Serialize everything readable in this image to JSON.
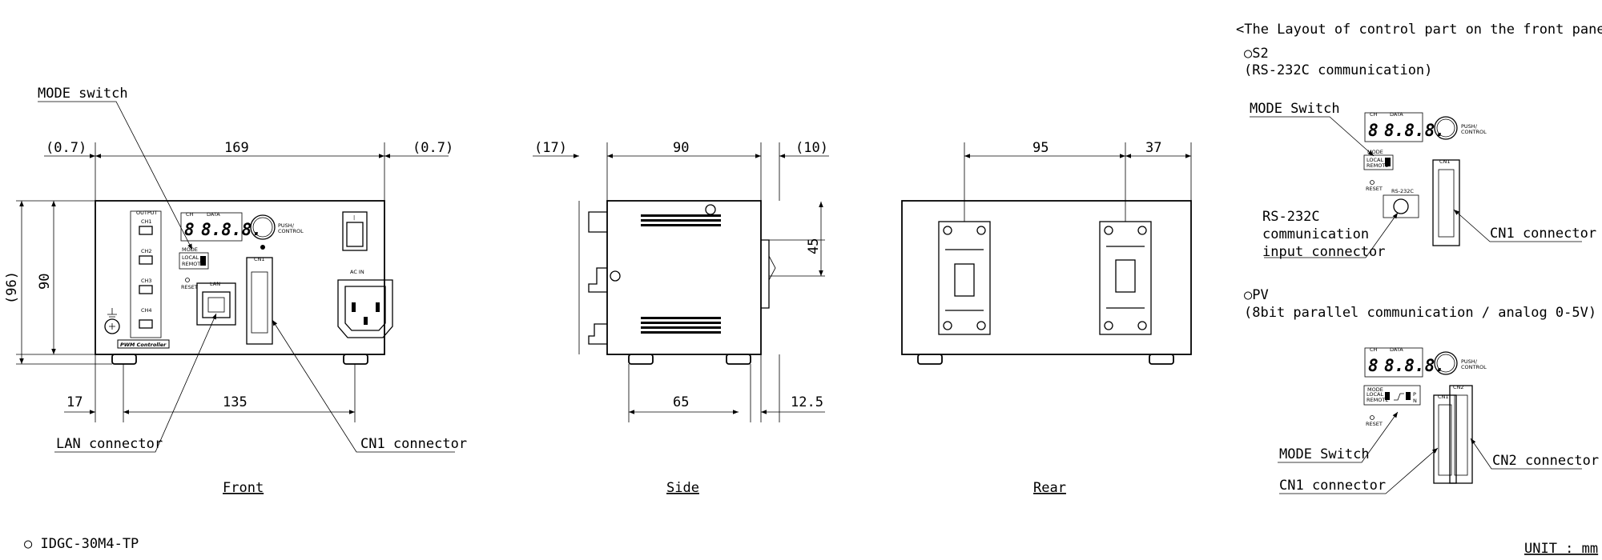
{
  "views": {
    "front": "Front",
    "side": "Side",
    "rear": "Rear"
  },
  "model": "○  IDGC-30M4-TP",
  "unit": "UNIT : mm",
  "front": {
    "callouts": {
      "mode_switch": "MODE switch",
      "lan": "LAN connector",
      "cn1": "CN1 connector"
    },
    "dims": {
      "left_gap": "(0.7)",
      "width": "169",
      "right_gap": "(0.7)",
      "total_height": "(96)",
      "height": "90",
      "foot_offset": "17",
      "foot_span": "135"
    },
    "panel": {
      "output": "OUTPUT",
      "channels": [
        "CH1",
        "CH2",
        "CH3",
        "CH4"
      ],
      "ch": "CH",
      "data": "DATA",
      "digit_ch": "8",
      "digit_data": "8.8.8.",
      "push": "PUSH/",
      "control": "CONTROL",
      "mode": "MODE",
      "local": "LOCAL",
      "remote": "REMOTE",
      "lan": "LAN",
      "reset": "RESET",
      "cn1": "CN1",
      "acin": "AC IN",
      "badge": "PWM Controller"
    }
  },
  "side": {
    "dims": {
      "front_proj": "(17)",
      "depth": "90",
      "rear_proj": "(10)",
      "bracket": "45",
      "foot_span": "65",
      "foot_offset": "12.5"
    }
  },
  "rear": {
    "dims": {
      "mount_span": "95",
      "mount_offset": "37"
    }
  },
  "layout_panel": {
    "title": "<The Layout of control part on the front panel>",
    "s2": {
      "name": "○S2",
      "desc": "(RS-232C communication)",
      "mode_label": "MODE Switch",
      "rs_label": [
        "RS-232C",
        "communication",
        "input connector"
      ],
      "cn1_label": "CN1 connector",
      "rs_port": "RS-232C"
    },
    "pv": {
      "name": "○PV",
      "desc": "(8bit parallel communication / analog 0-5V)",
      "mode_label": "MODE Switch",
      "cn1_label": "CN1 connector",
      "cn2_label": "CN2 connector",
      "cn2": "CN2",
      "pn_p": "P",
      "pn_n": "N"
    }
  }
}
